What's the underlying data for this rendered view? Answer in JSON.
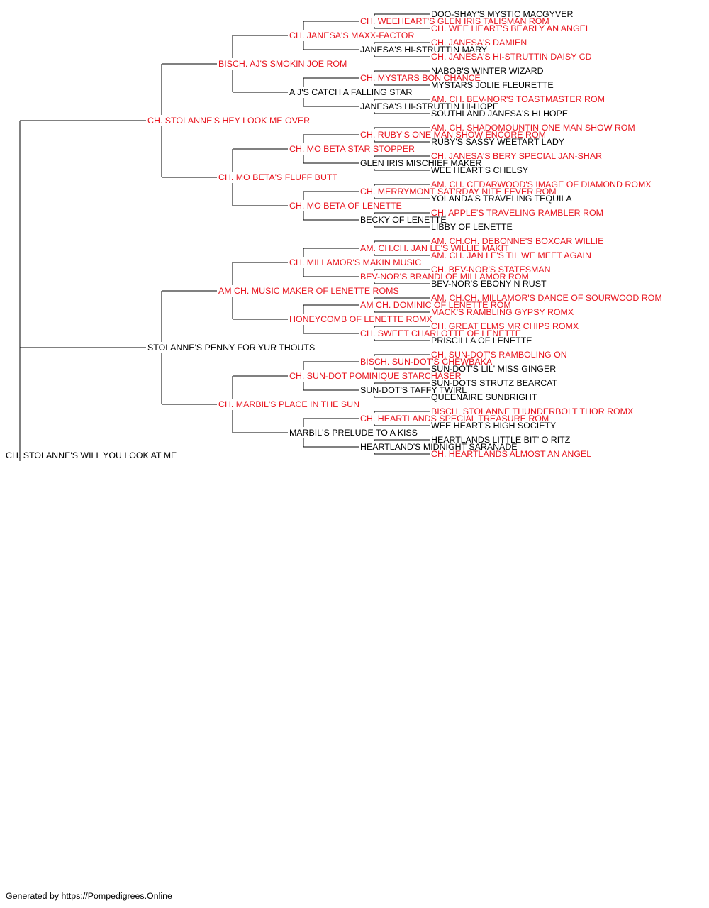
{
  "colors": {
    "champion": "#e8141e",
    "normal": "#000000",
    "line": "#000000"
  },
  "subject": {
    "name": "CH. STOLANNE'S WILL YOU LOOK AT ME",
    "champion": false
  },
  "sire": {
    "name": "CH. STOLANNE'S HEY LOOK ME OVER",
    "champion": true
  },
  "dam": {
    "name": "STOLANNE'S PENNY FOR YUR THOUTS",
    "champion": false
  },
  "pedigree": [
    [
      {
        "name": "CH. STOLANNE'S WILL YOU LOOK AT ME",
        "champion": false
      }
    ],
    [
      {
        "name": "CH. STOLANNE'S HEY LOOK ME OVER",
        "champion": true
      },
      {
        "name": "STOLANNE'S PENNY FOR YUR THOUTS",
        "champion": false
      }
    ],
    [
      {
        "name": "BISCH. AJ'S SMOKIN JOE ROM",
        "champion": true
      },
      {
        "name": "CH. MO BETA'S FLUFF BUTT",
        "champion": true
      },
      {
        "name": "AM CH. MUSIC MAKER OF LENETTE ROMS",
        "champion": true
      },
      {
        "name": "CH. MARBIL'S PLACE IN THE SUN",
        "champion": true
      }
    ],
    [
      {
        "name": "CH. JANESA'S MAXX-FACTOR",
        "champion": true
      },
      {
        "name": "A J'S CATCH A FALLING STAR",
        "champion": false
      },
      {
        "name": "CH. MO BETA STAR STOPPER",
        "champion": true
      },
      {
        "name": "CH. MO BETA OF LENETTE",
        "champion": true
      },
      {
        "name": "CH. MILLAMOR'S MAKIN MUSIC",
        "champion": true
      },
      {
        "name": "HONEYCOMB OF LENETTE ROMX",
        "champion": true
      },
      {
        "name": "CH. SUN-DOT POMINIQUE STARCHASER",
        "champion": true
      },
      {
        "name": "MARBIL'S PRELUDE TO A KISS",
        "champion": false
      }
    ],
    [
      {
        "name": "CH. WEEHEART'S GLEN IRIS TALISMAN ROM",
        "champion": true
      },
      {
        "name": "JANESA'S HI-STRUTTIN MARY",
        "champion": false
      },
      {
        "name": "CH. MYSTARS BON CHANCE",
        "champion": true
      },
      {
        "name": "JANESA'S HI-STRUTTIN HI-HOPE",
        "champion": false
      },
      {
        "name": "CH. RUBY'S ONE MAN SHOW ENCORE ROM",
        "champion": true
      },
      {
        "name": "GLEN IRIS MISCHIEF MAKER",
        "champion": false
      },
      {
        "name": "CH. MERRYMONT SAT'RDAY NITE FEVER ROM",
        "champion": true
      },
      {
        "name": "BECKY OF LENETTE",
        "champion": false
      },
      {
        "name": "AM. CH.CH. JAN LE'S WILLIE MAKIT",
        "champion": true
      },
      {
        "name": "BEV-NOR'S BRANDI OF MILLAMOR ROM",
        "champion": true
      },
      {
        "name": "AM CH. DOMINIC OF LENETTE ROM",
        "champion": true
      },
      {
        "name": "CH. SWEET CHARLOTTE OF LENETTE",
        "champion": true
      },
      {
        "name": "BISCH. SUN-DOT'S CHEWBAKA",
        "champion": true
      },
      {
        "name": "SUN-DOT'S TAFFY TWIRL",
        "champion": false
      },
      {
        "name": "CH. HEARTLANDS SPECIAL TREASURE ROM",
        "champion": true
      },
      {
        "name": "HEARTLAND'S MIDNIGHT SARANADE",
        "champion": false
      }
    ],
    [
      {
        "name": "DOO-SHAY'S MYSTIC MACGYVER",
        "champion": false
      },
      {
        "name": "CH. WEE HEART'S BEARLY AN ANGEL",
        "champion": true
      },
      {
        "name": "CH. JANESA'S DAMIEN",
        "champion": true
      },
      {
        "name": "CH. JANESA'S HI-STRUTTIN DAISY CD",
        "champion": true
      },
      {
        "name": "NABOB'S WINTER WIZARD",
        "champion": false
      },
      {
        "name": "MYSTARS JOLIE FLEURETTE",
        "champion": false
      },
      {
        "name": "AM. CH. BEV-NOR'S TOASTMASTER ROM",
        "champion": true
      },
      {
        "name": "SOUTHLAND JANESA'S HI HOPE",
        "champion": false
      },
      {
        "name": "AM. CH. SHADOMOUNTIN ONE MAN SHOW ROM",
        "champion": true
      },
      {
        "name": "RUBY'S SASSY WEETART LADY",
        "champion": false
      },
      {
        "name": "CH. JANESA'S BERY SPECIAL JAN-SHAR",
        "champion": true
      },
      {
        "name": "WEE HEART'S CHELSY",
        "champion": false
      },
      {
        "name": "AM. CH. CEDARWOOD'S IMAGE OF DIAMOND ROMX",
        "champion": true
      },
      {
        "name": "YOLANDA'S TRAVELING TEQUILA",
        "champion": false
      },
      {
        "name": "CH. APPLE'S TRAVELING RAMBLER ROM",
        "champion": true
      },
      {
        "name": "LIBBY OF LENETTE",
        "champion": false
      },
      {
        "name": "AM. CH.CH. DEBONNE'S BOXCAR WILLIE",
        "champion": true
      },
      {
        "name": "AM. CH. JAN LE'S TIL WE MEET AGAIN",
        "champion": true
      },
      {
        "name": "CH. BEV-NOR'S STATESMAN",
        "champion": true
      },
      {
        "name": "BEV-NOR'S EBONY N RUST",
        "champion": false
      },
      {
        "name": "AM. CH.CH. MILLAMOR'S DANCE OF SOURWOOD ROM",
        "champion": true
      },
      {
        "name": "MACK'S RAMBLING GYPSY ROMX",
        "champion": true
      },
      {
        "name": "CH. GREAT ELMS MR CHIPS ROMX",
        "champion": true
      },
      {
        "name": "PRISCILLA OF LENETTE",
        "champion": false
      },
      {
        "name": "CH. SUN-DOT'S RAMBOLING ON",
        "champion": true
      },
      {
        "name": "SUN-DOT'S LIL' MISS GINGER",
        "champion": false
      },
      {
        "name": "SUN-DOTS STRUTZ BEARCAT",
        "champion": false
      },
      {
        "name": "QUEENAIRE SUNBRIGHT",
        "champion": false
      },
      {
        "name": "BISCH. STOLANNE THUNDERBOLT THOR ROMX",
        "champion": true
      },
      {
        "name": "WEE HEART'S HIGH SOCIETY",
        "champion": false
      },
      {
        "name": "HEARTLANDS LITTLE BIT' O RITZ",
        "champion": false
      },
      {
        "name": "CH. HEARTLANDS ALMOST AN ANGEL",
        "champion": true
      }
    ]
  ],
  "footer": "Generated by https://Pompedigrees.Online"
}
